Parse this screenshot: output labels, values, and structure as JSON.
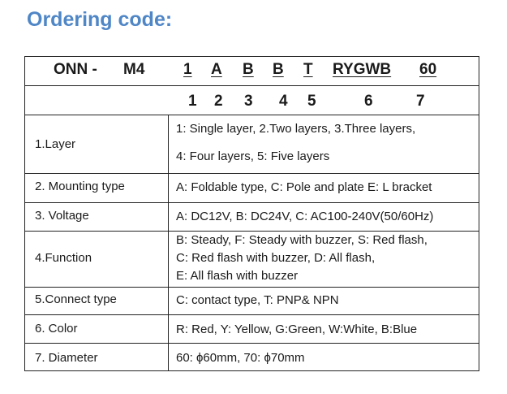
{
  "title": "Ordering code:",
  "code": {
    "prefix": "ONN -",
    "model": "M4",
    "parts": [
      "1",
      "A",
      "B",
      "B",
      "T",
      "RYGWB",
      "60"
    ],
    "numbers": [
      "1",
      "2",
      "3",
      "4",
      "5",
      "6",
      "7"
    ]
  },
  "rows": [
    {
      "label": "1.Layer",
      "values": [
        "1: Single layer, 2.Two layers, 3.Three layers,",
        "4: Four layers, 5: Five layers"
      ]
    },
    {
      "label": "2. Mounting type",
      "values": [
        "A: Foldable type, C: Pole and plate E: L bracket"
      ]
    },
    {
      "label": "3. Voltage",
      "values": [
        "A: DC12V, B: DC24V, C: AC100-240V(50/60Hz)"
      ]
    },
    {
      "label": "4.Function",
      "values": [
        "B: Steady,    F: Steady with buzzer, S: Red flash,",
        "C: Red flash with buzzer,    D: All flash,",
        "E: All flash with buzzer"
      ]
    },
    {
      "label": "5.Connect type",
      "values": [
        "C: contact type,    T: PNP& NPN"
      ]
    },
    {
      "label": "6. Color",
      "values": [
        "R: Red, Y: Yellow, G:Green, W:White, B:Blue"
      ]
    },
    {
      "label": "7. Diameter",
      "values": [
        "60:  ϕ60mm, 70:  ϕ70mm"
      ]
    }
  ]
}
